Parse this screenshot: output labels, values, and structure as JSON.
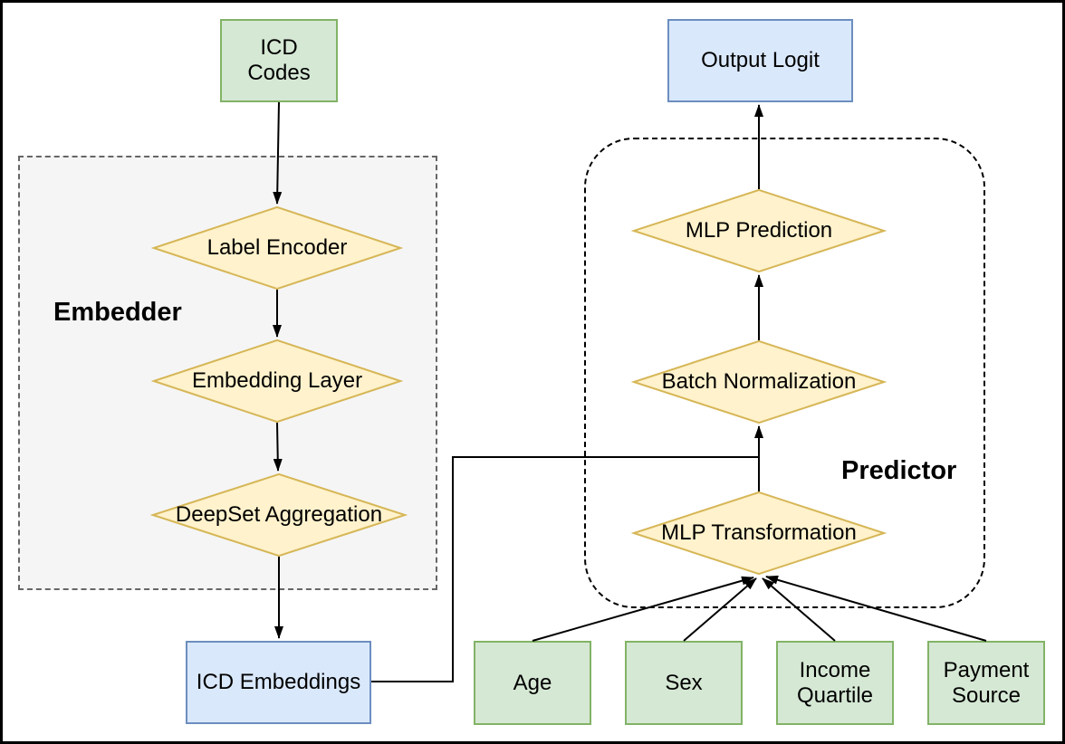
{
  "frame": {
    "background": "#ffffff",
    "border_color": "#000000"
  },
  "groups": {
    "embedder": {
      "label": "Embedder"
    },
    "predictor": {
      "label": "Predictor"
    }
  },
  "nodes": {
    "icd_codes": "ICD Codes",
    "label_encoder": "Label Encoder",
    "embedding_layer": "Embedding Layer",
    "deepset_aggregation": "DeepSet Aggregation",
    "icd_embeddings": "ICD Embeddings",
    "output_logit": "Output Logit",
    "mlp_prediction": "MLP Prediction",
    "batch_normalization": "Batch Normalization",
    "mlp_transformation": "MLP Transformation",
    "age": "Age",
    "sex": "Sex",
    "income_quartile": "Income Quartile",
    "payment_source": "Payment Source"
  },
  "edges": [
    {
      "from": "icd_codes",
      "to": "label_encoder"
    },
    {
      "from": "label_encoder",
      "to": "embedding_layer"
    },
    {
      "from": "embedding_layer",
      "to": "deepset_aggregation"
    },
    {
      "from": "deepset_aggregation",
      "to": "icd_embeddings"
    },
    {
      "from": "icd_embeddings",
      "to": "batch_normalization",
      "note": "orthogonal route joining the mlp_transformation to batch_normalization arrow"
    },
    {
      "from": "mlp_transformation",
      "to": "batch_normalization"
    },
    {
      "from": "batch_normalization",
      "to": "mlp_prediction"
    },
    {
      "from": "mlp_prediction",
      "to": "output_logit"
    },
    {
      "from": "age",
      "to": "mlp_transformation"
    },
    {
      "from": "sex",
      "to": "mlp_transformation"
    },
    {
      "from": "income_quartile",
      "to": "mlp_transformation"
    },
    {
      "from": "payment_source",
      "to": "mlp_transformation"
    }
  ],
  "colors": {
    "green_fill": "#d5e8d4",
    "green_border": "#82b366",
    "blue_fill": "#dae8fc",
    "blue_border": "#6c8ebf",
    "yellow_fill": "#fff2cc",
    "yellow_border": "#d6b656",
    "embedder_fill": "#f5f5f5",
    "embedder_border": "#666666",
    "predictor_border": "#000000",
    "arrow": "#000000",
    "text": "#000000"
  }
}
